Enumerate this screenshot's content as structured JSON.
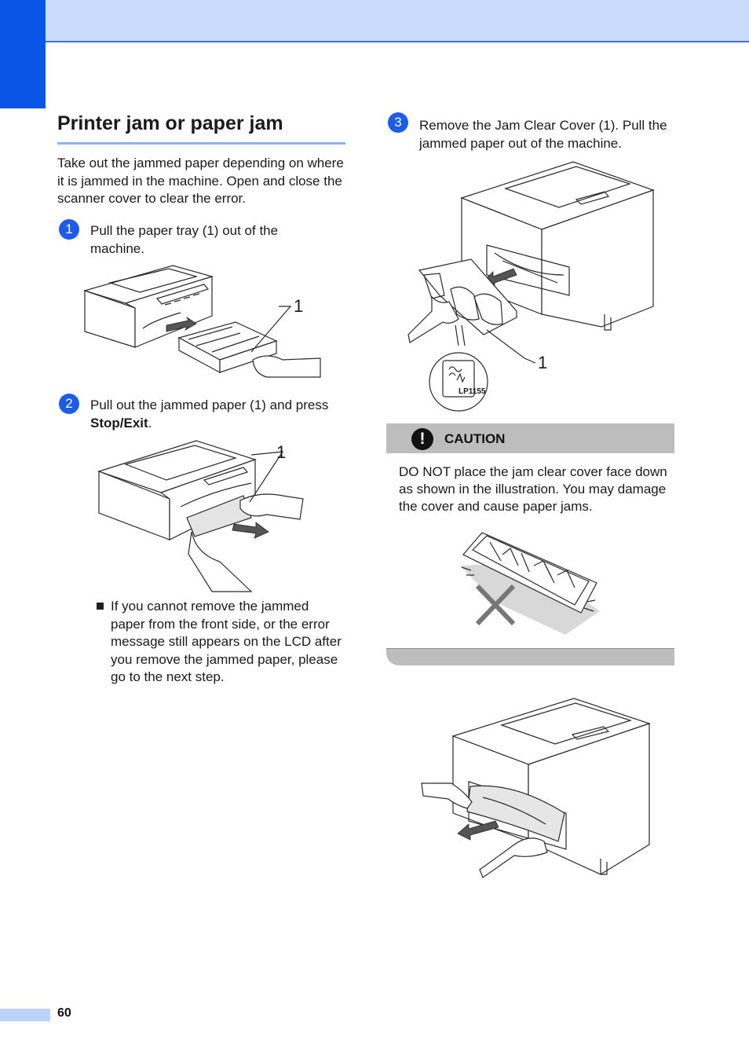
{
  "header": {
    "title": "Printer jam or paper jam"
  },
  "intro": "Take out the jammed paper depending on where it is jammed in the machine. Open and close the scanner cover to clear the error.",
  "steps": [
    {
      "badge": "1",
      "text": "Pull the paper tray (1) out of the machine.",
      "callout": "1"
    },
    {
      "badge": "2",
      "text_before": "Pull out the jammed paper (1) and press ",
      "text_bold": "Stop/Exit",
      "text_after": ".",
      "callout": "1"
    },
    {
      "badge": "3",
      "text": "Remove the Jam Clear Cover (1). Pull the jammed paper out of the machine.",
      "callout": "1",
      "zoom_label": "LP1155"
    }
  ],
  "bullet": "If you cannot remove the jammed paper from the front side, or the error message still appears on the LCD after you remove the jammed paper, please go to the next step.",
  "caution": {
    "icon": "!",
    "label": "CAUTION",
    "text": "DO NOT place the jam clear cover face down as shown in the illustration. You may damage the cover and cause paper jams."
  },
  "footer": {
    "page_number": "60"
  }
}
